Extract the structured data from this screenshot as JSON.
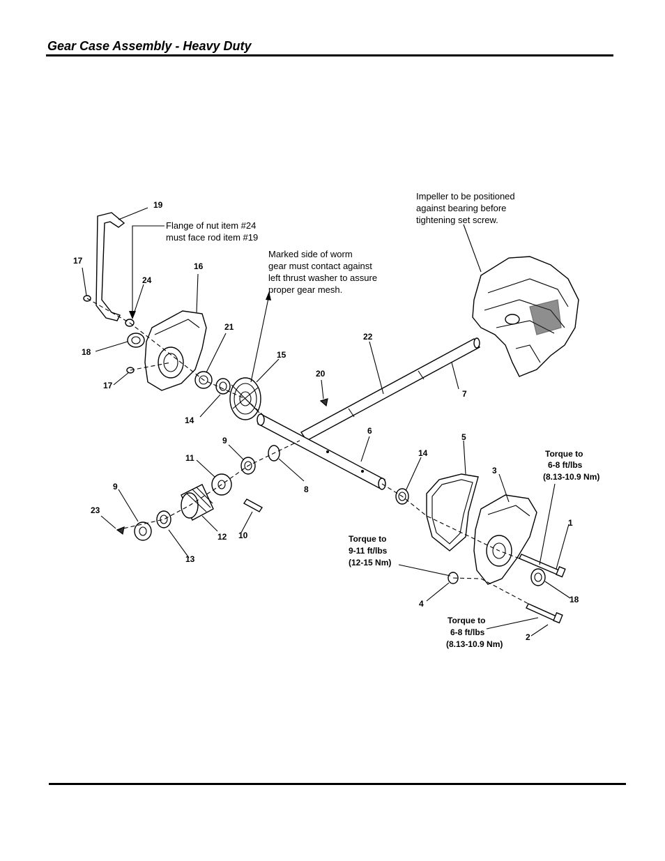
{
  "header": {
    "title": "Gear Case Assembly -  Heavy Duty"
  },
  "notes": {
    "impeller": [
      "Impeller to be positioned",
      "against bearing before",
      "tightening set screw."
    ],
    "flange": [
      "Flange of nut item #24",
      "must face rod item #19"
    ],
    "worm_gear": [
      "Marked side of worm",
      "gear must contact against",
      "left thrust washer to assure",
      "proper gear mesh."
    ],
    "torque_upper": [
      "Torque to",
      "6-8 ft/lbs",
      "(8.13-10.9 Nm)"
    ],
    "torque_mid": [
      "Torque to",
      "9-11 ft/lbs",
      "(12-15 Nm)"
    ],
    "torque_lower": [
      "Torque to",
      "6-8 ft/lbs",
      "(8.13-10.9 Nm)"
    ]
  },
  "callouts": {
    "c19": "19",
    "c17a": "17",
    "c24": "24",
    "c16": "16",
    "c18a": "18",
    "c21": "21",
    "c17b": "17",
    "c15": "15",
    "c14a": "14",
    "c22": "22",
    "c20": "20",
    "c7": "7",
    "c6": "6",
    "c9a": "9",
    "c11": "11",
    "c8": "8",
    "c14b": "14",
    "c5": "5",
    "c3": "3",
    "c1": "1",
    "c9b": "9",
    "c23": "23",
    "c13": "13",
    "c12": "12",
    "c10": "10",
    "c4": "4",
    "c18b": "18",
    "c2": "2"
  }
}
